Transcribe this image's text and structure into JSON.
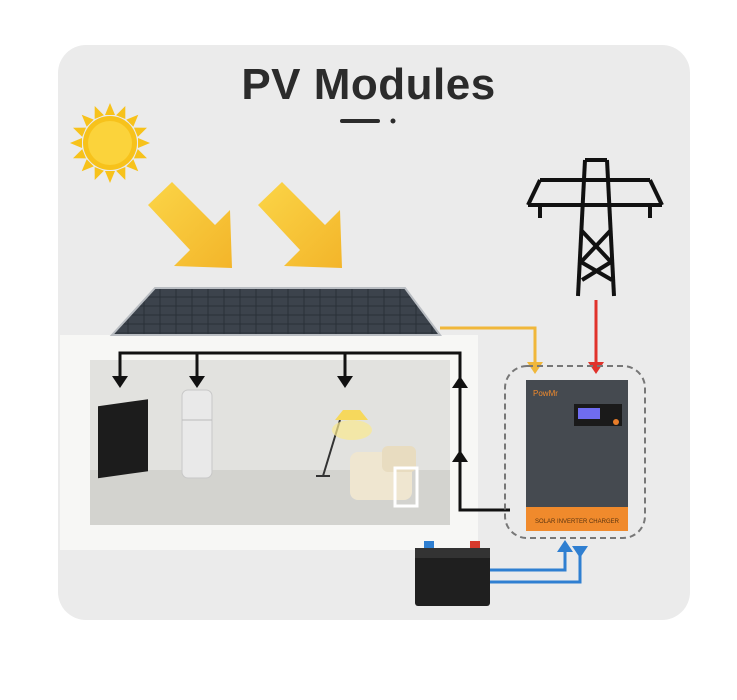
{
  "title": "PV Modules",
  "inverter": {
    "brand": "PowMr",
    "label": "SOLAR INVERTER CHARGER"
  },
  "colors": {
    "card": "#ebebeb",
    "sun": "#f7c21b",
    "arrow": "#f6c232",
    "pv_wire": "#f0b73a",
    "grid_wire": "#e0322b",
    "battery_wire": "#2f7fd1",
    "inverter_body": "#454a50",
    "inverter_band": "#f08a2c"
  }
}
